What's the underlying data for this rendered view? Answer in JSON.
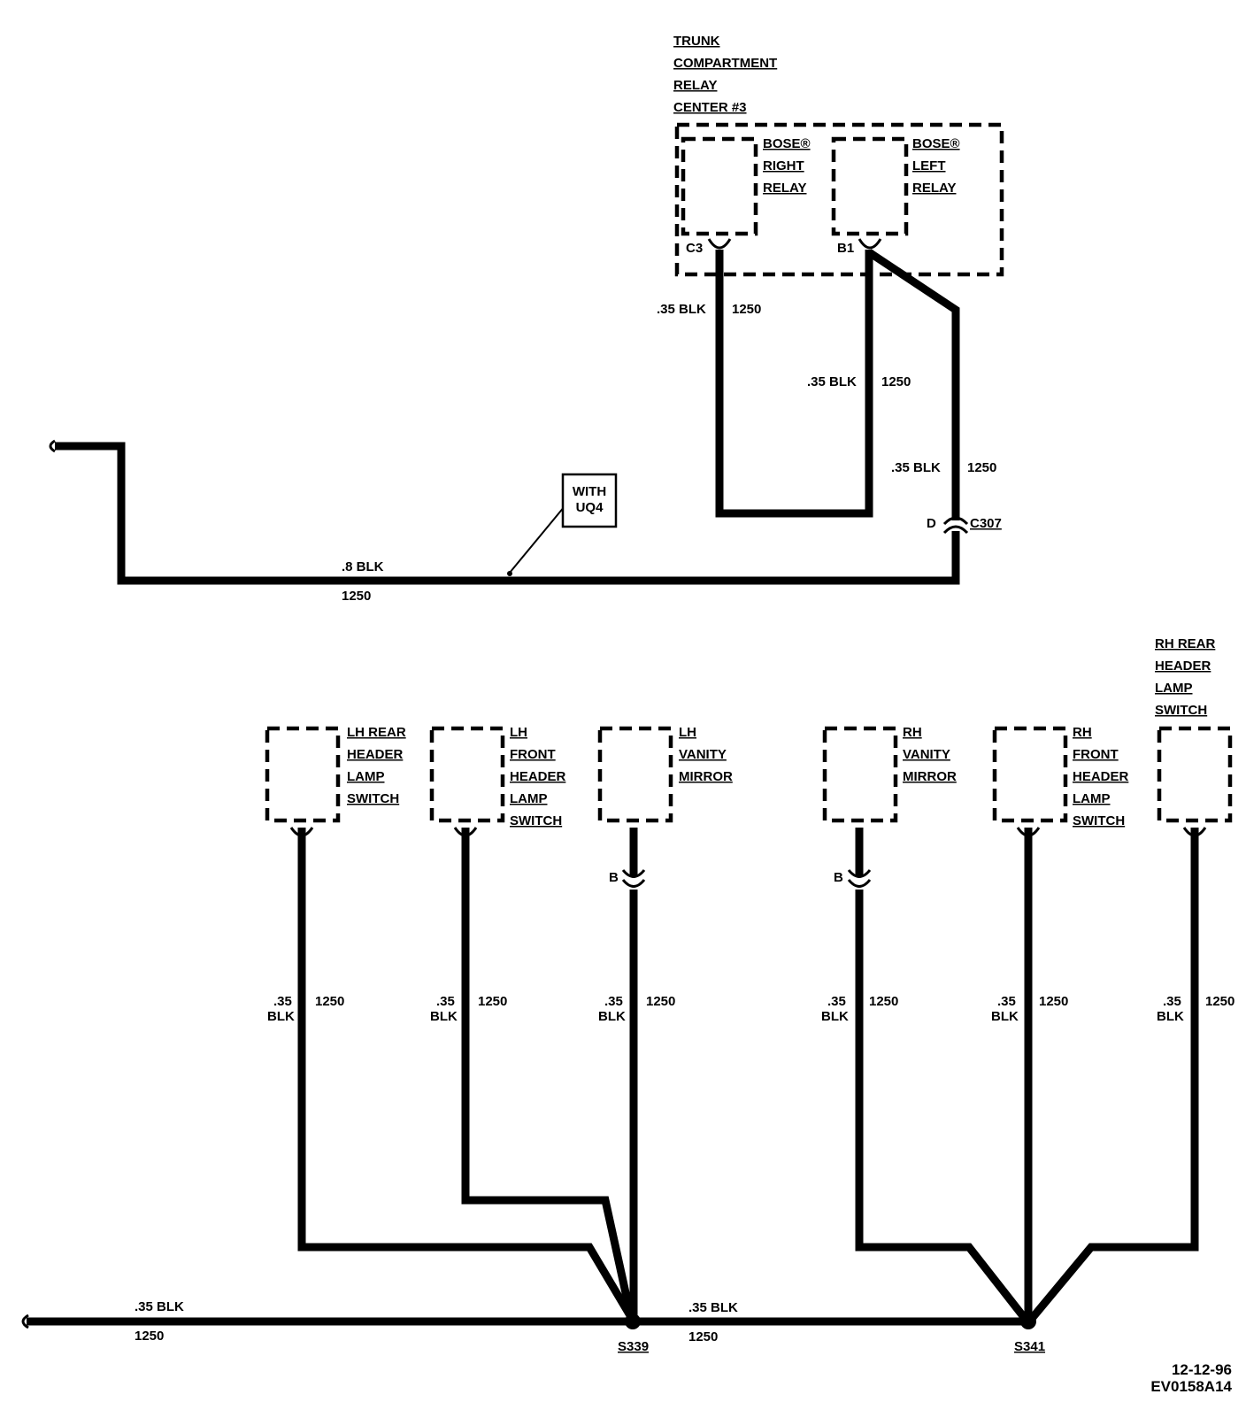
{
  "trunk_relay_center": {
    "title_lines": [
      "TRUNK",
      "COMPARTMENT",
      "RELAY",
      "CENTER #3"
    ],
    "right_relay": {
      "lines": [
        "BOSE®",
        "RIGHT",
        "RELAY"
      ],
      "pin": "C3"
    },
    "left_relay": {
      "lines": [
        "BOSE®",
        "LEFT",
        "RELAY"
      ],
      "pin": "B1"
    }
  },
  "upper_wires": {
    "right_relay_wire": {
      "gauge": ".35 BLK",
      "circuit": "1250"
    },
    "left_relay_wire": {
      "gauge": ".35 BLK",
      "circuit": "1250"
    },
    "to_connector_wire": {
      "gauge": ".35 BLK",
      "circuit": "1250"
    },
    "main_wire": {
      "gauge": ".8 BLK",
      "circuit": "1250"
    }
  },
  "connector_c307": {
    "name": "C307",
    "pin": "D"
  },
  "option_note": {
    "lines": [
      "WITH",
      "UQ4"
    ]
  },
  "components": [
    {
      "id": "lh-rear-header-lamp-switch",
      "lines": [
        "LH REAR",
        "HEADER",
        "LAMP",
        "SWITCH"
      ],
      "gauge_top": ".35",
      "gauge_bottom": "BLK",
      "circuit": "1250",
      "pin": ""
    },
    {
      "id": "lh-front-header-lamp-switch",
      "lines": [
        "LH",
        "FRONT",
        "HEADER",
        "LAMP",
        "SWITCH"
      ],
      "gauge_top": ".35",
      "gauge_bottom": "BLK",
      "circuit": "1250",
      "pin": ""
    },
    {
      "id": "lh-vanity-mirror",
      "lines": [
        "LH",
        "VANITY",
        "MIRROR"
      ],
      "gauge_top": ".35",
      "gauge_bottom": "BLK",
      "circuit": "1250",
      "pin": "B"
    },
    {
      "id": "rh-vanity-mirror",
      "lines": [
        "RH",
        "VANITY",
        "MIRROR"
      ],
      "gauge_top": ".35",
      "gauge_bottom": "BLK",
      "circuit": "1250",
      "pin": "B"
    },
    {
      "id": "rh-front-header-lamp-switch",
      "lines": [
        "RH",
        "FRONT",
        "HEADER",
        "LAMP",
        "SWITCH"
      ],
      "gauge_top": ".35",
      "gauge_bottom": "BLK",
      "circuit": "1250",
      "pin": ""
    },
    {
      "id": "rh-rear-header-lamp-switch",
      "lines": [
        "RH REAR",
        "HEADER",
        "LAMP",
        "SWITCH"
      ],
      "gauge_top": ".35",
      "gauge_bottom": "BLK",
      "circuit": "1250",
      "pin": ""
    }
  ],
  "lower_wires": {
    "left_main": {
      "gauge": ".35 BLK",
      "circuit": "1250"
    },
    "between_splices": {
      "gauge": ".35 BLK",
      "circuit": "1250"
    }
  },
  "splices": {
    "left": "S339",
    "right": "S341"
  },
  "footer": {
    "date": "12-12-96",
    "code": "EV0158A14"
  }
}
